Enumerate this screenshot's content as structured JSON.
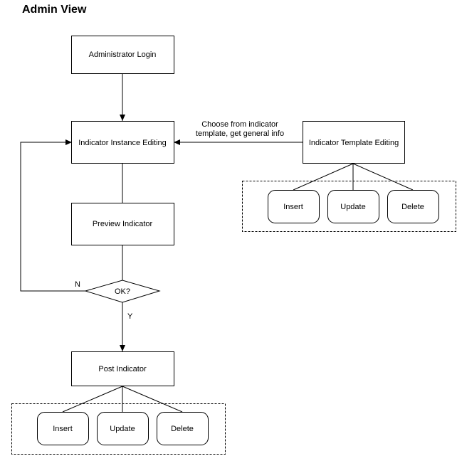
{
  "title": "Admin View",
  "nodes": {
    "admin_login": "Administrator Login",
    "instance_editing": "Indicator Instance Editing",
    "preview": "Preview Indicator",
    "decision": "OK?",
    "post": "Post Indicator",
    "template_editing": "Indicator Template Editing"
  },
  "template_actions": [
    "Insert",
    "Update",
    "Delete"
  ],
  "post_actions": [
    "Insert",
    "Update",
    "Delete"
  ],
  "edge_labels": {
    "choose_line1": "Choose from indicator",
    "choose_line2": "template, get general info",
    "no": "N",
    "yes": "Y"
  }
}
